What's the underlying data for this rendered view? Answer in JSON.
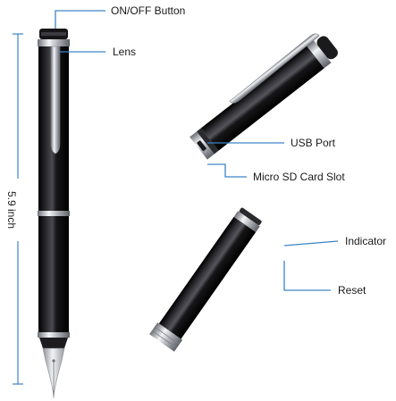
{
  "length_label": "5.9 inch",
  "callouts": {
    "on_off": "ON/OFF Button",
    "lens": "Lens",
    "usb_port": "USB Port",
    "micro_sd": "Micro SD Card Slot",
    "indicator": "Indicator",
    "reset": "Reset"
  },
  "colors": {
    "leader": "#3d83c7",
    "body": "#0c0c0e",
    "metal": "#c9cbd0"
  }
}
